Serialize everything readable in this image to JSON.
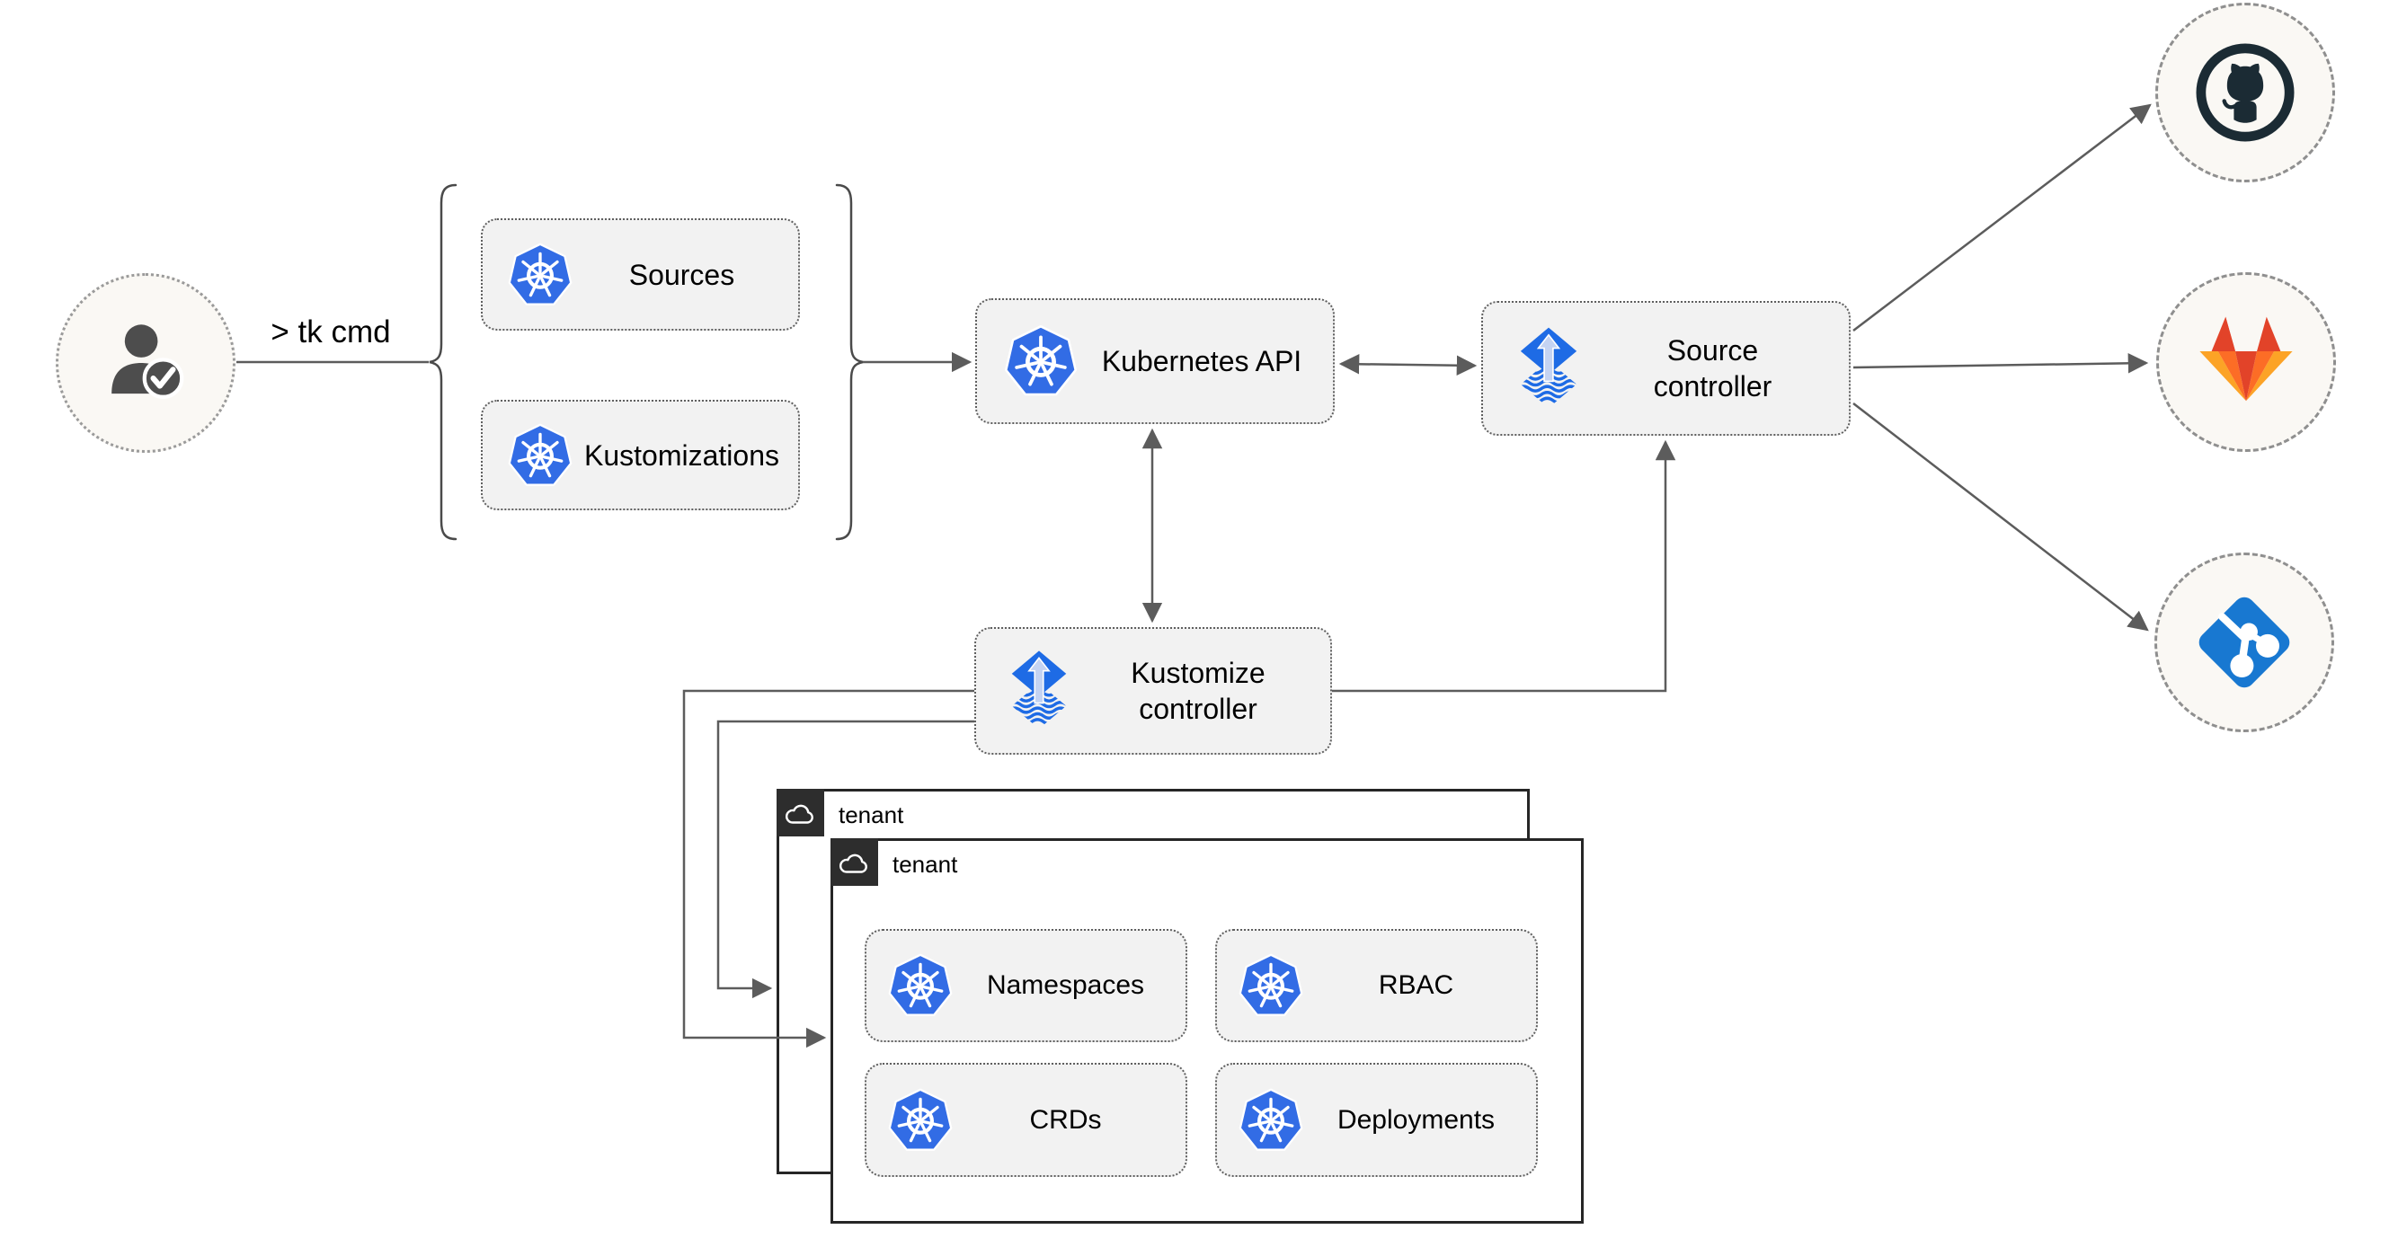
{
  "diagram": {
    "user": {
      "command": "> tk cmd"
    },
    "cluster_inputs": {
      "sources_label": "Sources",
      "kustomizations_label": "Kustomizations"
    },
    "kubernetes_api_label": "Kubernetes API",
    "source_controller": {
      "line1": "Source",
      "line2": "controller"
    },
    "kustomize_controller": {
      "line1": "Kustomize",
      "line2": "controller"
    },
    "tenant_back_label": "tenant",
    "tenant_front_label": "tenant",
    "tenant_resources": {
      "namespaces": "Namespaces",
      "rbac": "RBAC",
      "crds": "CRDs",
      "deployments": "Deployments"
    },
    "remote_sources": {
      "github": "github",
      "gitlab": "gitlab",
      "git": "git"
    },
    "colors": {
      "kubernetes_blue": "#326CE5",
      "flux_blue": "#1E6BE5",
      "flux_arrow_light": "#C4D3F2",
      "github_dark": "#1B2B34",
      "gitlab_red": "#E24329",
      "gitlab_orange": "#FC6D26",
      "gitlab_amber": "#FCA326",
      "git_blue": "#1878D1",
      "connector_gray": "#5C5C5C",
      "node_fill": "#F2F2F2",
      "circle_fill": "#FAF8F4",
      "tenant_tab_dark": "#2D2D2D",
      "person_gray": "#4D4D4D"
    }
  }
}
